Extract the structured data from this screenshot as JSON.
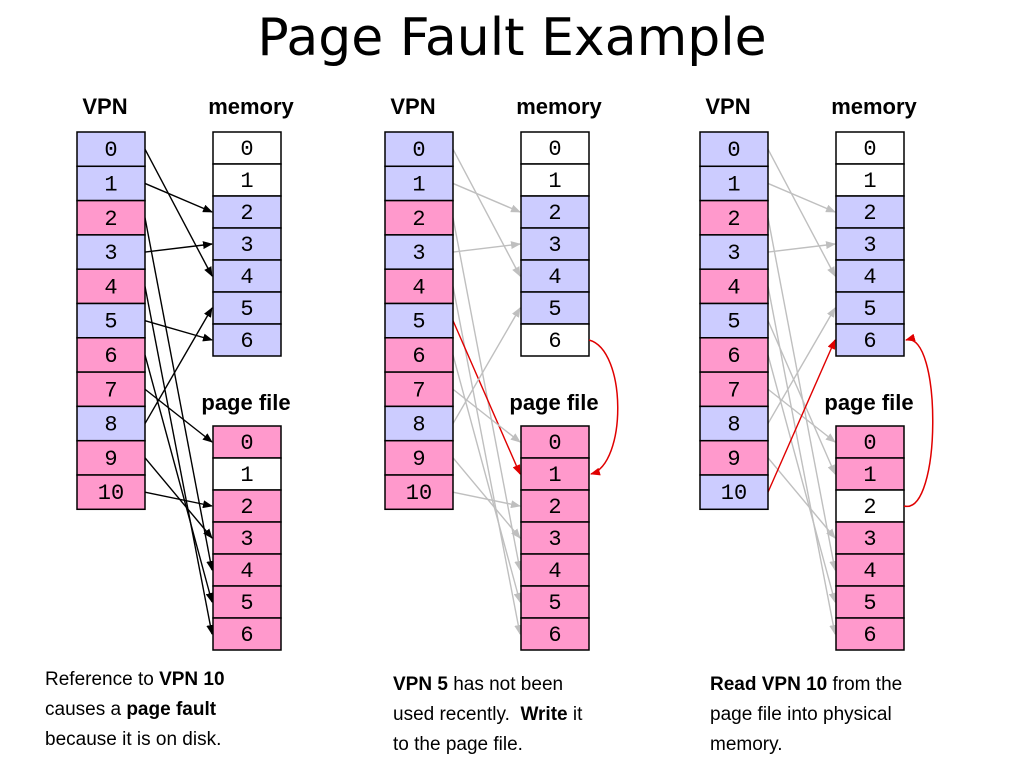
{
  "title": "Page Fault Example",
  "colors": {
    "resident": "#ccccff",
    "on_disk": "#ff99cc",
    "free": "#ffffff",
    "arrow_active": "#000000",
    "arrow_faded": "#bfbfbf",
    "arrow_highlight": "#e00000"
  },
  "panels": [
    {
      "vpn_header": "VPN",
      "memory_header": "memory",
      "pagefile_header": "page file",
      "vpn": [
        {
          "label": "0",
          "kind": "resident"
        },
        {
          "label": "1",
          "kind": "resident"
        },
        {
          "label": "2",
          "kind": "on_disk"
        },
        {
          "label": "3",
          "kind": "resident"
        },
        {
          "label": "4",
          "kind": "on_disk"
        },
        {
          "label": "5",
          "kind": "resident"
        },
        {
          "label": "6",
          "kind": "on_disk"
        },
        {
          "label": "7",
          "kind": "on_disk"
        },
        {
          "label": "8",
          "kind": "resident"
        },
        {
          "label": "9",
          "kind": "on_disk"
        },
        {
          "label": "10",
          "kind": "on_disk"
        }
      ],
      "memory": [
        {
          "label": "0",
          "kind": "free"
        },
        {
          "label": "1",
          "kind": "free"
        },
        {
          "label": "2",
          "kind": "resident"
        },
        {
          "label": "3",
          "kind": "resident"
        },
        {
          "label": "4",
          "kind": "resident"
        },
        {
          "label": "5",
          "kind": "resident"
        },
        {
          "label": "6",
          "kind": "resident"
        }
      ],
      "pagefile": [
        {
          "label": "0",
          "kind": "on_disk"
        },
        {
          "label": "1",
          "kind": "free"
        },
        {
          "label": "2",
          "kind": "on_disk"
        },
        {
          "label": "3",
          "kind": "on_disk"
        },
        {
          "label": "4",
          "kind": "on_disk"
        },
        {
          "label": "5",
          "kind": "on_disk"
        },
        {
          "label": "6",
          "kind": "on_disk"
        }
      ],
      "mappings": [
        {
          "vpn": 0,
          "to": "memory",
          "slot": 4,
          "style": "active"
        },
        {
          "vpn": 1,
          "to": "memory",
          "slot": 2,
          "style": "active"
        },
        {
          "vpn": 2,
          "to": "pagefile",
          "slot": 4,
          "style": "active"
        },
        {
          "vpn": 3,
          "to": "memory",
          "slot": 3,
          "style": "active"
        },
        {
          "vpn": 4,
          "to": "pagefile",
          "slot": 6,
          "style": "active"
        },
        {
          "vpn": 5,
          "to": "memory",
          "slot": 6,
          "style": "active"
        },
        {
          "vpn": 6,
          "to": "pagefile",
          "slot": 5,
          "style": "active"
        },
        {
          "vpn": 7,
          "to": "pagefile",
          "slot": 0,
          "style": "active"
        },
        {
          "vpn": 8,
          "to": "memory",
          "slot": 5,
          "style": "active"
        },
        {
          "vpn": 9,
          "to": "pagefile",
          "slot": 3,
          "style": "active"
        },
        {
          "vpn": 10,
          "to": "pagefile",
          "slot": 2,
          "style": "active"
        }
      ],
      "curve": null,
      "caption": [
        [
          {
            "t": "Reference to ",
            "b": false
          },
          {
            "t": "VPN 10",
            "b": true
          }
        ],
        [
          {
            "t": "causes a ",
            "b": false
          },
          {
            "t": "page fault",
            "b": true
          }
        ],
        [
          {
            "t": "because it is on disk.",
            "b": false
          }
        ]
      ]
    },
    {
      "vpn_header": "VPN",
      "memory_header": "memory",
      "pagefile_header": "page file",
      "vpn": [
        {
          "label": "0",
          "kind": "resident"
        },
        {
          "label": "1",
          "kind": "resident"
        },
        {
          "label": "2",
          "kind": "on_disk"
        },
        {
          "label": "3",
          "kind": "resident"
        },
        {
          "label": "4",
          "kind": "on_disk"
        },
        {
          "label": "5",
          "kind": "resident"
        },
        {
          "label": "6",
          "kind": "on_disk"
        },
        {
          "label": "7",
          "kind": "on_disk"
        },
        {
          "label": "8",
          "kind": "resident"
        },
        {
          "label": "9",
          "kind": "on_disk"
        },
        {
          "label": "10",
          "kind": "on_disk"
        }
      ],
      "memory": [
        {
          "label": "0",
          "kind": "free"
        },
        {
          "label": "1",
          "kind": "free"
        },
        {
          "label": "2",
          "kind": "resident"
        },
        {
          "label": "3",
          "kind": "resident"
        },
        {
          "label": "4",
          "kind": "resident"
        },
        {
          "label": "5",
          "kind": "resident"
        },
        {
          "label": "6",
          "kind": "free"
        }
      ],
      "pagefile": [
        {
          "label": "0",
          "kind": "on_disk"
        },
        {
          "label": "1",
          "kind": "on_disk"
        },
        {
          "label": "2",
          "kind": "on_disk"
        },
        {
          "label": "3",
          "kind": "on_disk"
        },
        {
          "label": "4",
          "kind": "on_disk"
        },
        {
          "label": "5",
          "kind": "on_disk"
        },
        {
          "label": "6",
          "kind": "on_disk"
        }
      ],
      "mappings": [
        {
          "vpn": 0,
          "to": "memory",
          "slot": 4,
          "style": "faded"
        },
        {
          "vpn": 1,
          "to": "memory",
          "slot": 2,
          "style": "faded"
        },
        {
          "vpn": 2,
          "to": "pagefile",
          "slot": 4,
          "style": "faded"
        },
        {
          "vpn": 3,
          "to": "memory",
          "slot": 3,
          "style": "faded"
        },
        {
          "vpn": 4,
          "to": "pagefile",
          "slot": 6,
          "style": "faded"
        },
        {
          "vpn": 5,
          "to": "pagefile",
          "slot": 1,
          "style": "highlight"
        },
        {
          "vpn": 6,
          "to": "pagefile",
          "slot": 5,
          "style": "faded"
        },
        {
          "vpn": 7,
          "to": "pagefile",
          "slot": 0,
          "style": "faded"
        },
        {
          "vpn": 8,
          "to": "memory",
          "slot": 5,
          "style": "faded"
        },
        {
          "vpn": 9,
          "to": "pagefile",
          "slot": 3,
          "style": "faded"
        },
        {
          "vpn": 10,
          "to": "pagefile",
          "slot": 2,
          "style": "faded"
        }
      ],
      "curve": {
        "from": "memory",
        "from_slot": 6,
        "to": "pagefile",
        "to_slot": 1
      },
      "caption": [
        [
          {
            "t": "VPN 5",
            "b": true
          },
          {
            "t": " has not been",
            "b": false
          }
        ],
        [
          {
            "t": "used recently.  ",
            "b": false
          },
          {
            "t": "Write",
            "b": true
          },
          {
            "t": " it",
            "b": false
          }
        ],
        [
          {
            "t": "to the page file.",
            "b": false
          }
        ]
      ]
    },
    {
      "vpn_header": "VPN",
      "memory_header": "memory",
      "pagefile_header": "page file",
      "vpn": [
        {
          "label": "0",
          "kind": "resident"
        },
        {
          "label": "1",
          "kind": "resident"
        },
        {
          "label": "2",
          "kind": "on_disk"
        },
        {
          "label": "3",
          "kind": "resident"
        },
        {
          "label": "4",
          "kind": "on_disk"
        },
        {
          "label": "5",
          "kind": "resident"
        },
        {
          "label": "6",
          "kind": "on_disk"
        },
        {
          "label": "7",
          "kind": "on_disk"
        },
        {
          "label": "8",
          "kind": "resident"
        },
        {
          "label": "9",
          "kind": "on_disk"
        },
        {
          "label": "10",
          "kind": "resident"
        }
      ],
      "memory": [
        {
          "label": "0",
          "kind": "free"
        },
        {
          "label": "1",
          "kind": "free"
        },
        {
          "label": "2",
          "kind": "resident"
        },
        {
          "label": "3",
          "kind": "resident"
        },
        {
          "label": "4",
          "kind": "resident"
        },
        {
          "label": "5",
          "kind": "resident"
        },
        {
          "label": "6",
          "kind": "resident"
        }
      ],
      "pagefile": [
        {
          "label": "0",
          "kind": "on_disk"
        },
        {
          "label": "1",
          "kind": "on_disk"
        },
        {
          "label": "2",
          "kind": "free"
        },
        {
          "label": "3",
          "kind": "on_disk"
        },
        {
          "label": "4",
          "kind": "on_disk"
        },
        {
          "label": "5",
          "kind": "on_disk"
        },
        {
          "label": "6",
          "kind": "on_disk"
        }
      ],
      "mappings": [
        {
          "vpn": 0,
          "to": "memory",
          "slot": 4,
          "style": "faded"
        },
        {
          "vpn": 1,
          "to": "memory",
          "slot": 2,
          "style": "faded"
        },
        {
          "vpn": 2,
          "to": "pagefile",
          "slot": 4,
          "style": "faded"
        },
        {
          "vpn": 3,
          "to": "memory",
          "slot": 3,
          "style": "faded"
        },
        {
          "vpn": 4,
          "to": "pagefile",
          "slot": 6,
          "style": "faded"
        },
        {
          "vpn": 5,
          "to": "pagefile",
          "slot": 1,
          "style": "faded"
        },
        {
          "vpn": 6,
          "to": "pagefile",
          "slot": 5,
          "style": "faded"
        },
        {
          "vpn": 7,
          "to": "pagefile",
          "slot": 0,
          "style": "faded"
        },
        {
          "vpn": 8,
          "to": "memory",
          "slot": 5,
          "style": "faded"
        },
        {
          "vpn": 9,
          "to": "pagefile",
          "slot": 3,
          "style": "faded"
        },
        {
          "vpn": 10,
          "to": "memory",
          "slot": 6,
          "style": "highlight"
        }
      ],
      "curve": {
        "from": "pagefile",
        "from_slot": 2,
        "to": "memory",
        "to_slot": 6
      },
      "caption": [
        [
          {
            "t": "Read VPN 10",
            "b": true
          },
          {
            "t": " from the",
            "b": false
          }
        ],
        [
          {
            "t": "page file into physical",
            "b": false
          }
        ],
        [
          {
            "t": "memory.",
            "b": false
          }
        ]
      ]
    }
  ]
}
